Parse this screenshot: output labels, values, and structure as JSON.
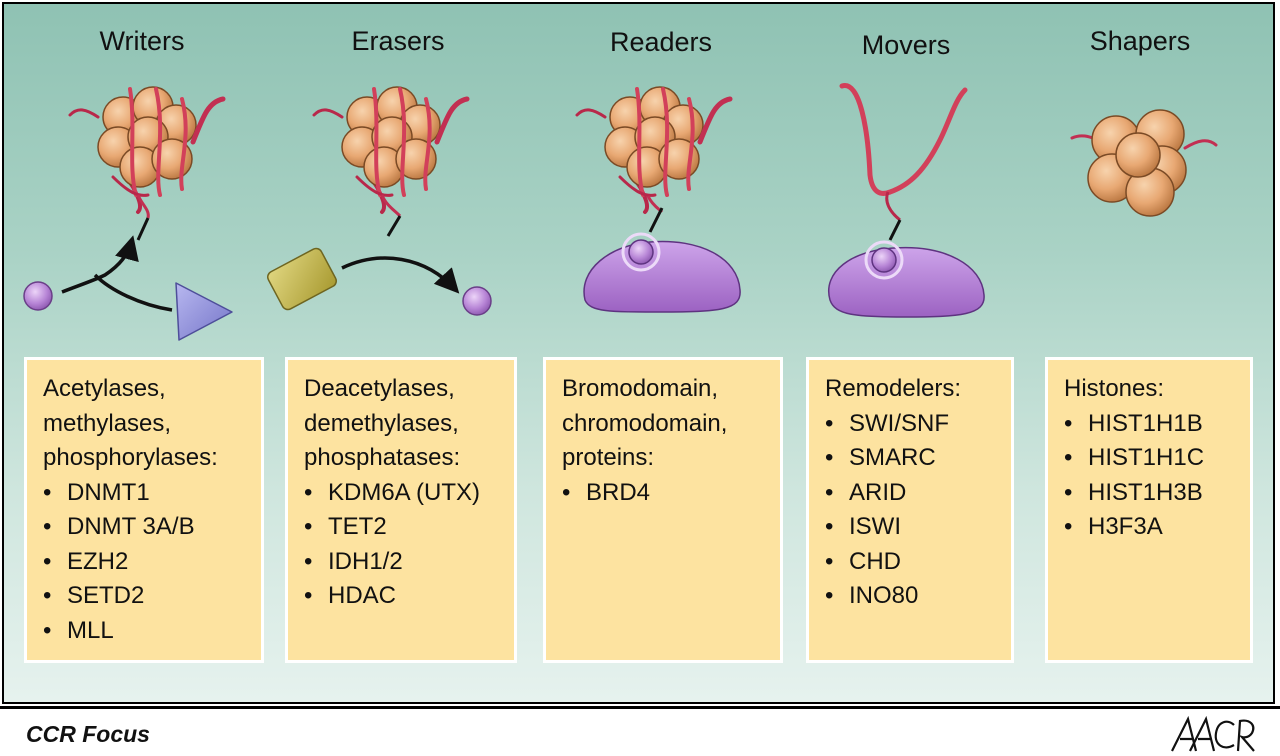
{
  "columns": [
    {
      "title": "Writers",
      "header_lines": [
        "Acetylases,",
        "methylases,",
        "phosphorylases:"
      ],
      "items": [
        "DNMT1",
        "DNMT 3A/B",
        "EZH2",
        "SETD2",
        "MLL"
      ]
    },
    {
      "title": "Erasers",
      "header_lines": [
        "Deacetylases,",
        "demethylases,",
        "phosphatases:"
      ],
      "items": [
        "KDM6A (UTX)",
        "TET2",
        "IDH1/2",
        "HDAC"
      ]
    },
    {
      "title": "Readers",
      "header_lines": [
        "Bromodomain,",
        "chromodomain,",
        "proteins:"
      ],
      "items": [
        "BRD4"
      ]
    },
    {
      "title": "Movers",
      "header_lines": [
        "Remodelers:"
      ],
      "items": [
        "SWI/SNF",
        "SMARC",
        "ARID",
        "ISWI",
        "CHD",
        "INO80"
      ]
    },
    {
      "title": "Shapers",
      "header_lines": [
        "Histones:"
      ],
      "items": [
        "HIST1H1B",
        "HIST1H1C",
        "HIST1H3B",
        "H3F3A"
      ]
    }
  ],
  "footer": {
    "label": "CCR Focus",
    "logo_text": "AACR"
  },
  "colors": {
    "background_top": "#8fc2b3",
    "background_bottom": "#e6f2ee",
    "box_fill": "#fde3a0",
    "histone": "#e8a873",
    "dna": "#d2405a",
    "mark": "#b785d6",
    "protein": "#a974cc",
    "writer_enzyme": "#8f8fd8",
    "eraser_enzyme": "#c2b652"
  },
  "icons": [
    "nucleosome-icon",
    "histone-octamer-icon",
    "modification-mark-icon",
    "reader-protein-icon",
    "remodeler-protein-icon",
    "writer-enzyme-icon",
    "eraser-enzyme-icon",
    "arrow-icon",
    "aacr-logo"
  ]
}
